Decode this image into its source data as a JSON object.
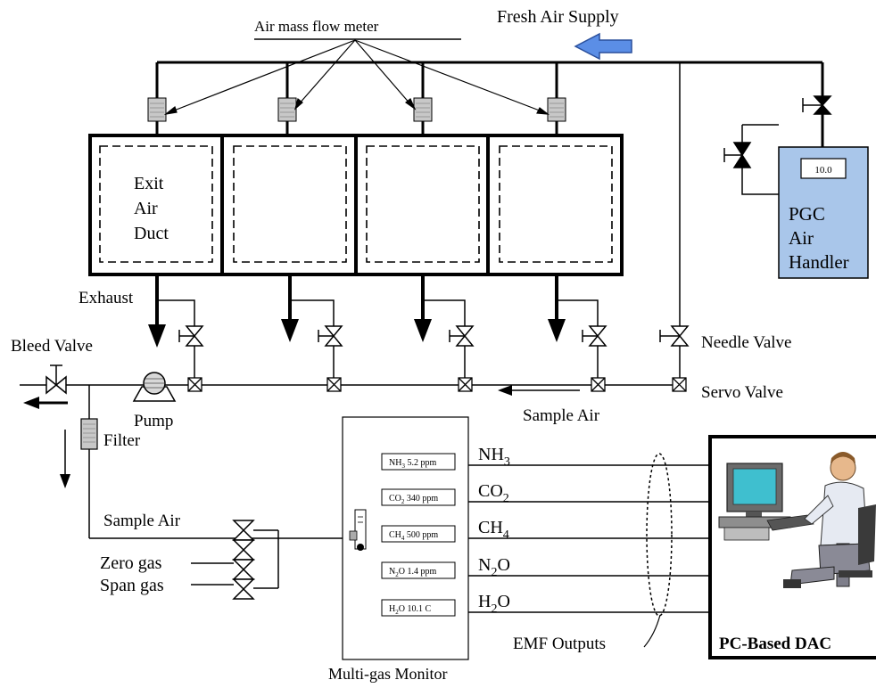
{
  "labels": {
    "air_mass_flow_meter": "Air mass flow meter",
    "fresh_air_supply": "Fresh Air Supply",
    "exit_air_duct_1": "Exit",
    "exit_air_duct_2": "Air",
    "exit_air_duct_3": "Duct",
    "exhaust": "Exhaust",
    "bleed_valve": "Bleed Valve",
    "pump": "Pump",
    "filter": "Filter",
    "needle_valve": "Needle Valve",
    "servo_valve": "Servo Valve",
    "sample_air_top": "Sample Air",
    "sample_air_left": "Sample Air",
    "zero_gas": "Zero gas",
    "span_gas": "Span gas",
    "multi_gas_monitor": "Multi-gas Monitor",
    "emf_outputs": "EMF Outputs",
    "pc_based_dac": "PC-Based DAC",
    "pgc_1": "PGC",
    "pgc_2": "Air",
    "pgc_3": "Handler",
    "pgc_display": "10.0"
  },
  "gases": [
    {
      "base": "NH",
      "sub": "3"
    },
    {
      "base": "CO",
      "sub": "2"
    },
    {
      "base": "CH",
      "sub": "4"
    },
    {
      "base": "N",
      "sub": "2",
      "tail": "O"
    },
    {
      "base": "H",
      "sub": "2",
      "tail": "O"
    }
  ],
  "readouts": [
    {
      "base": "NH",
      "sub": "3",
      "value": " 5.2 ppm"
    },
    {
      "base": "CO",
      "sub": "2",
      "value": " 340 ppm"
    },
    {
      "base": "CH",
      "sub": "4",
      "value": " 500 ppm"
    },
    {
      "base": "N",
      "sub": "2",
      "tail": "O",
      "value": " 1.4 ppm"
    },
    {
      "base": "H",
      "sub": "2",
      "tail": "O",
      "value": " 10.1 C"
    }
  ],
  "colors": {
    "pgc_fill": "#a9c6ea",
    "arrow_fill": "#5b8ee6",
    "monitor_screen": "#3fbfcf"
  }
}
